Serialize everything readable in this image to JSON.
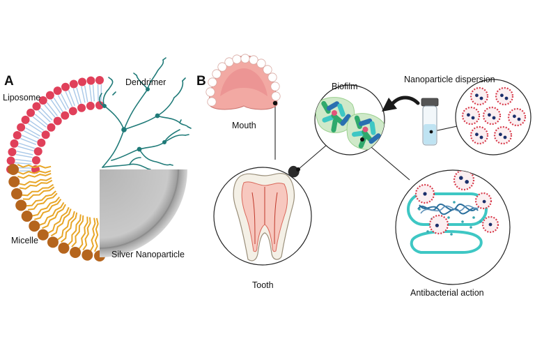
{
  "panels": {
    "a": {
      "letter": "A",
      "labels": {
        "liposome": "Liposome",
        "dendrimer": "Dendrimer",
        "micelle": "Micelle",
        "silver": "Silver Nanoparticle"
      }
    },
    "b": {
      "letter": "B",
      "labels": {
        "mouth": "Mouth",
        "biofilm": "Biofilm",
        "dispersion": "Nanoparticle dispersion",
        "tooth": "Tooth",
        "antibacterial": "Antibacterial action"
      }
    }
  },
  "colors": {
    "liposome_head": "#e0405a",
    "liposome_tail": "#a9c8e8",
    "micelle_head": "#b5651d",
    "micelle_tail": "#e8a628",
    "dendrimer": "#1f7a78",
    "silver_light": "#c6c6c6",
    "silver_dark": "#8a8a8a",
    "gum": "#f2a9a3",
    "enamel": "#f4f0e6",
    "pulp": "#d9675a",
    "bacteria_green": "#2fa96c",
    "bacteria_blue": "#2a6fb0",
    "bacteria_teal": "#3ec7c4",
    "nanoparticle_core": "#1b2f6b",
    "nanoparticle_shell": "#d83a4a",
    "liquid": "#bfe3f2"
  }
}
